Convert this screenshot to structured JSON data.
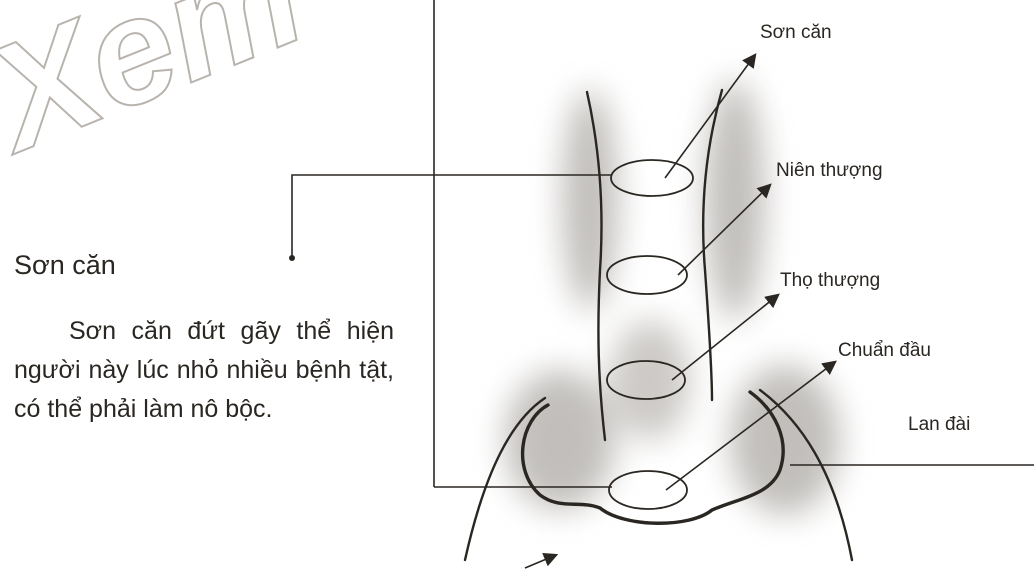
{
  "watermark": "Xem",
  "section_title": "Sơn căn",
  "body_text": "Sơn căn đứt gãy thể hiện người này lúc nhỏ nhiều bệnh tật, có thể phải làm nô bộc.",
  "labels": {
    "son_can": "Sơn căn",
    "nien_thuong": "Niên thượng",
    "tho_thuong": "Thọ thượng",
    "chuan_dau": "Chuẩn đầu",
    "lan_dai": "Lan đài"
  }
}
